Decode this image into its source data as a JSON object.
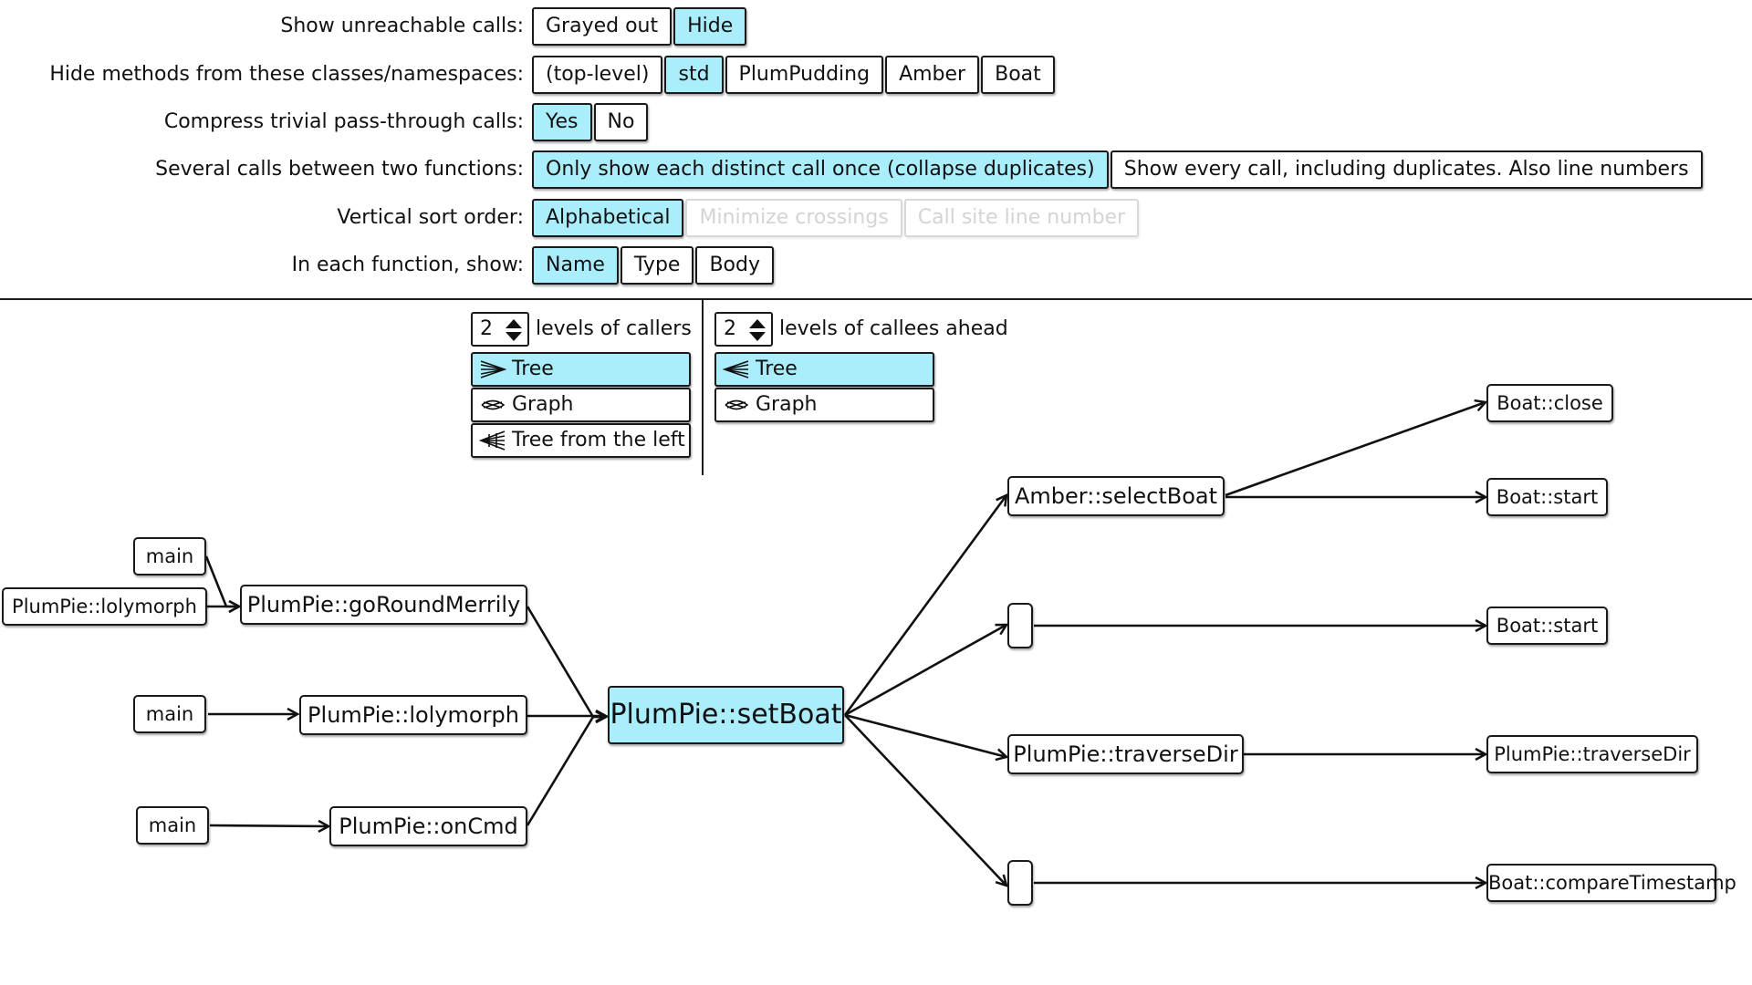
{
  "options": {
    "unreachable": {
      "label": "Show unreachable calls:",
      "buttons": [
        "Grayed out",
        "Hide"
      ],
      "selected": 1
    },
    "hide_methods": {
      "label": "Hide methods from these classes/namespaces:",
      "buttons": [
        "(top-level)",
        "std",
        "PlumPudding",
        "Amber",
        "Boat"
      ],
      "selected": [
        1
      ]
    },
    "compress": {
      "label": "Compress trivial pass-through calls:",
      "buttons": [
        "Yes",
        "No"
      ],
      "selected": 0
    },
    "several_calls": {
      "label": "Several calls between two functions:",
      "buttons": [
        "Only show each distinct call once (collapse duplicates)",
        "Show every call, including duplicates. Also line numbers"
      ],
      "selected": 0
    },
    "sort_order": {
      "label": "Vertical sort order:",
      "buttons": [
        "Alphabetical",
        "Minimize crossings",
        "Call site line number"
      ],
      "selected": 0,
      "disabled": [
        1,
        2
      ]
    },
    "show_in_function": {
      "label": "In each function, show:",
      "buttons": [
        "Name",
        "Type",
        "Body"
      ],
      "selected": 0
    }
  },
  "callers": {
    "levels_value": "2",
    "levels_label": "levels of callers",
    "modes": [
      "Tree",
      "Graph",
      "Tree from the left"
    ],
    "selected": 0
  },
  "callees": {
    "levels_value": "2",
    "levels_label": "levels of callees ahead",
    "modes": [
      "Tree",
      "Graph"
    ],
    "selected": 0
  },
  "graph": {
    "focus": "PlumPie::setBoat",
    "nodes": {
      "caller1_main": "main",
      "caller1_lolymorph": "PlumPie::lolymorph",
      "caller1": "PlumPie::goRoundMerrily",
      "caller2_main": "main",
      "caller2": "PlumPie::lolymorph",
      "caller3_main": "main",
      "caller3": "PlumPie::onCmd",
      "callee1": "Amber::selectBoat",
      "callee1_close": "Boat::close",
      "callee1_start": "Boat::start",
      "callee2_start": "Boat::start",
      "callee3": "PlumPie::traverseDir",
      "callee3_traverse": "PlumPie::traverseDir",
      "callee4_compare": "Boat::compareTimestamp"
    }
  },
  "colors": {
    "selected": "#aaeefc",
    "border": "#1a1a1a",
    "disabled_text": "#d4d4d4"
  }
}
